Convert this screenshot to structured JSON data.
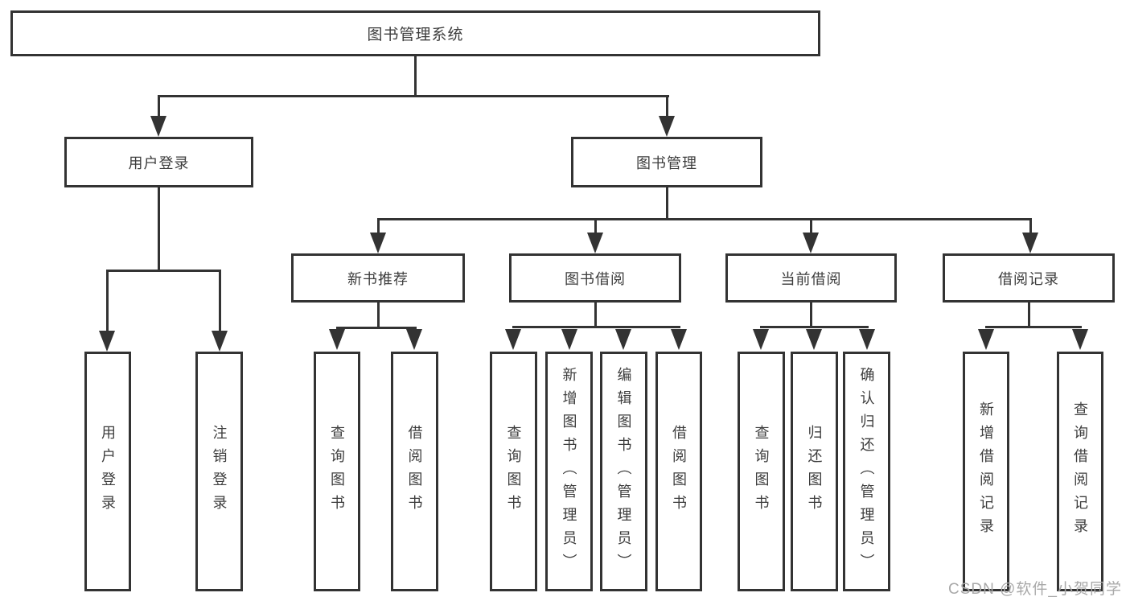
{
  "diagram_title": "图书管理系统",
  "tree": {
    "root": {
      "label": "图书管理系统"
    },
    "branches": [
      {
        "label": "用户登录",
        "children": [
          {
            "label": "用户登录"
          },
          {
            "label": "注销登录"
          }
        ]
      },
      {
        "label": "图书管理",
        "children": [
          {
            "label": "新书推荐",
            "children": [
              {
                "label": "查询图书"
              },
              {
                "label": "借阅图书"
              }
            ]
          },
          {
            "label": "图书借阅",
            "children": [
              {
                "label": "查询图书"
              },
              {
                "label": "新增图书（管理员）"
              },
              {
                "label": "编辑图书（管理员）"
              },
              {
                "label": "借阅图书"
              }
            ]
          },
          {
            "label": "当前借阅",
            "children": [
              {
                "label": "查询图书"
              },
              {
                "label": "归还图书"
              },
              {
                "label": "确认归还（管理员）"
              }
            ]
          },
          {
            "label": "借阅记录",
            "children": [
              {
                "label": "新增借阅记录"
              },
              {
                "label": "查询借阅记录"
              }
            ]
          }
        ]
      }
    ]
  },
  "watermark": "CSDN @软件_小贺同学",
  "colors": {
    "line": "#333333",
    "text": "#3d3d3d",
    "watermark": "#a9a9a9",
    "background": "#ffffff"
  }
}
